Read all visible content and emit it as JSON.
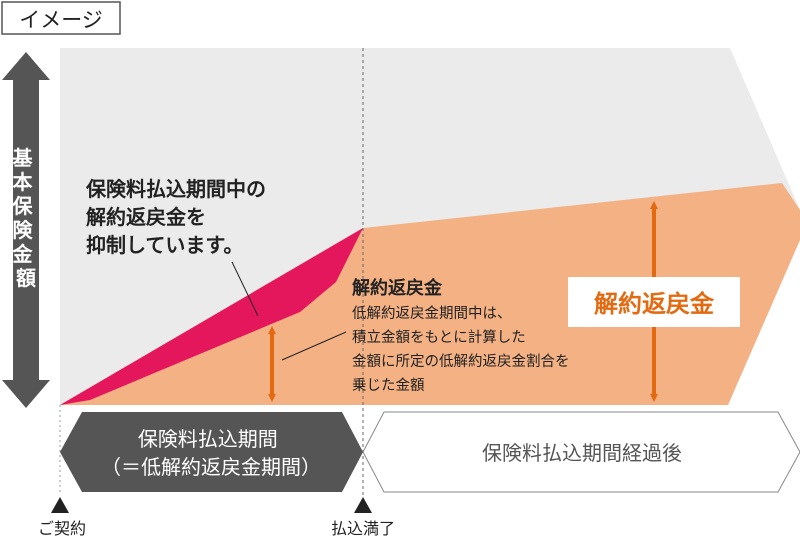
{
  "badge": "イメージ",
  "y_axis_label": "基本保険金額",
  "callout_suppress": [
    "保険料払込期間中の",
    "解約返戻金を",
    "抑制しています。"
  ],
  "refund_heading": "解約返戻金",
  "refund_note": [
    "低解約返戻金期間中は、",
    "積立金額をもとに計算した",
    "金額に所定の低解約返戻金割合を",
    "乗じた金額"
  ],
  "refund_box_label": "解約返戻金",
  "period_payment": [
    "保険料払込期間",
    "（＝低解約返戻金期間）"
  ],
  "period_after": "保険料払込期間経過後",
  "marker_contract": "ご契約",
  "marker_paid_up": "払込満了",
  "colors": {
    "sum_insured_area": "#ebebeb",
    "refund_area": "#f3b184",
    "suppressed_area": "#e5175c",
    "arrow_orange": "#e46a12",
    "dark_gray": "#555555"
  }
}
